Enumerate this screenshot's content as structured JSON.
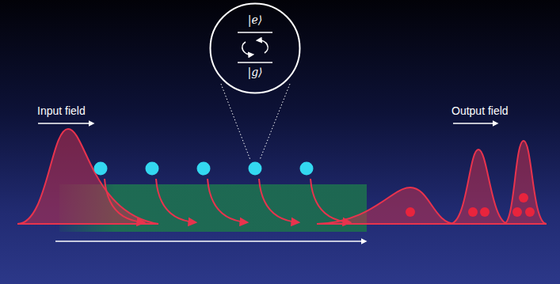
{
  "diagram": {
    "nodes": [
      {
        "text": [
          "|e⟩",
          "|g⟩"
        ]
      }
    ],
    "labels": [
      "Input field",
      "Output field"
    ]
  }
}
